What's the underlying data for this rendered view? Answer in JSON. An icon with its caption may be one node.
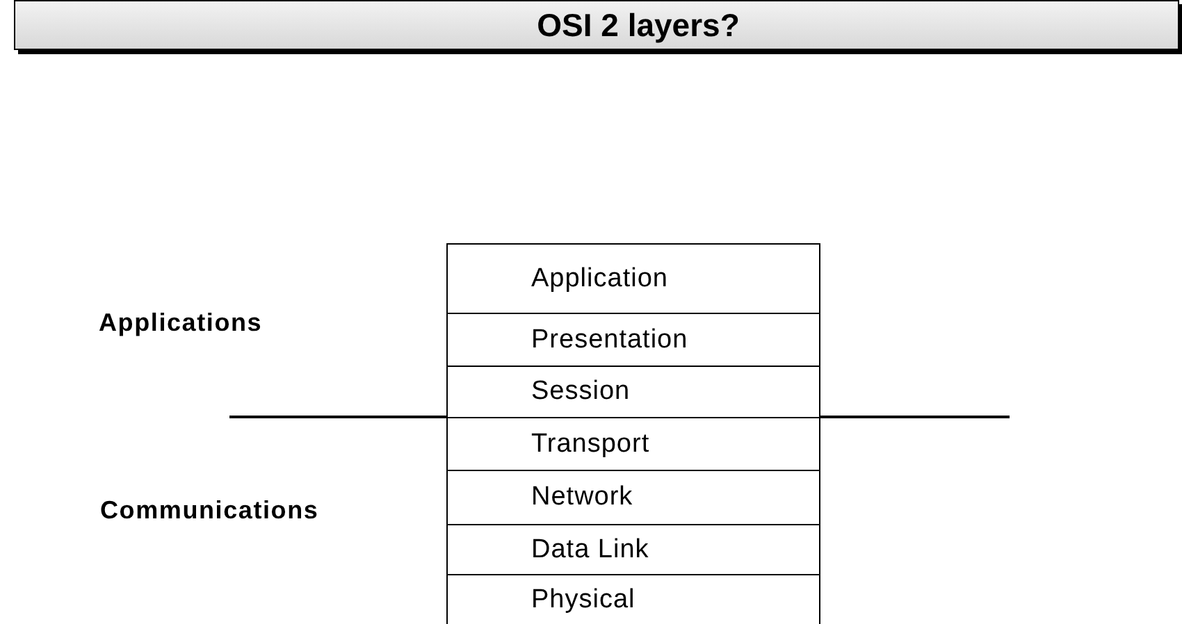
{
  "diagram": {
    "title": "OSI 2 layers?",
    "nodes": [
      {
        "text": [
          "Application"
        ]
      },
      {
        "text": [
          "Presentation"
        ]
      },
      {
        "text": [
          "Session"
        ]
      },
      {
        "text": [
          "Transport"
        ]
      },
      {
        "text": [
          "Network"
        ]
      },
      {
        "text": [
          "Data Link"
        ]
      },
      {
        "text": [
          "Physical"
        ]
      }
    ],
    "labels": [
      "Applications",
      "Communications"
    ]
  }
}
